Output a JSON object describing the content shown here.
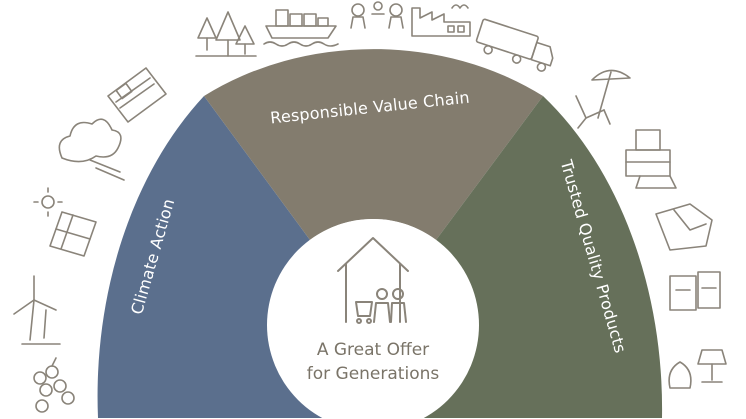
{
  "segments": [
    {
      "label": "Responsible Value Chain",
      "color": "#837c6e"
    },
    {
      "label": "Trusted Quality Products",
      "color": "#66705a"
    },
    {
      "label": "Climate Action",
      "color": "#5b6f8d"
    }
  ],
  "lower_colors": {
    "left": "#9aaccb",
    "right": "#8a9478"
  },
  "center": {
    "line1": "A Great Offer",
    "line2": "for Generations",
    "text_color": "#7a7468"
  },
  "icons": [
    "trees-icon",
    "cargo-ship-icon",
    "people-icon",
    "factory-icon",
    "truck-icon",
    "beach-chair-icon",
    "sofa-icon",
    "textile-icon",
    "storage-boxes-icon",
    "lamp-vase-icon",
    "document-icon",
    "cloud-wind-icon",
    "solar-panel-icon",
    "wind-turbine-icon",
    "grapes-icon",
    "home-family-icon"
  ]
}
